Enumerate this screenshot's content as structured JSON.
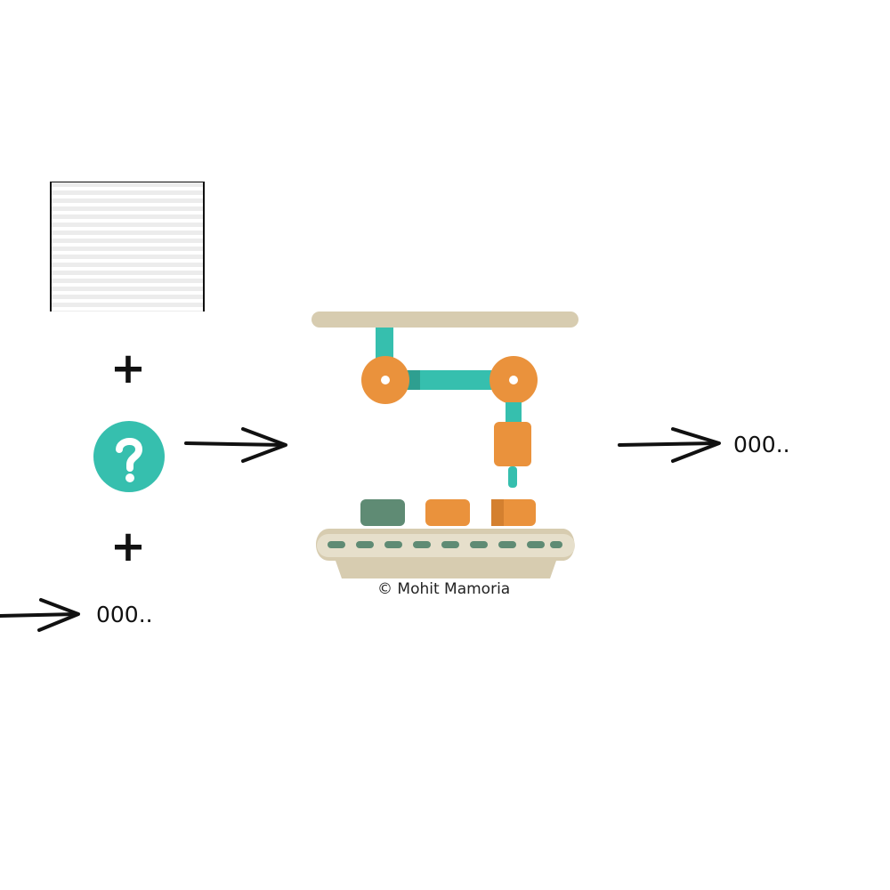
{
  "inputs": {
    "operator_1": "+",
    "operator_2": "+",
    "previous_output": "000.."
  },
  "output": {
    "text": "000.."
  },
  "credit": "© Mohit Mamoria",
  "colors": {
    "teal": "#36bfae",
    "orange": "#ea923c",
    "beige": "#d7ccb0",
    "dark_green": "#5f8b74",
    "ink": "#111111"
  },
  "icons": [
    "document-icon",
    "question-mark-icon",
    "robot-arm-icon",
    "conveyor-belt-icon"
  ]
}
